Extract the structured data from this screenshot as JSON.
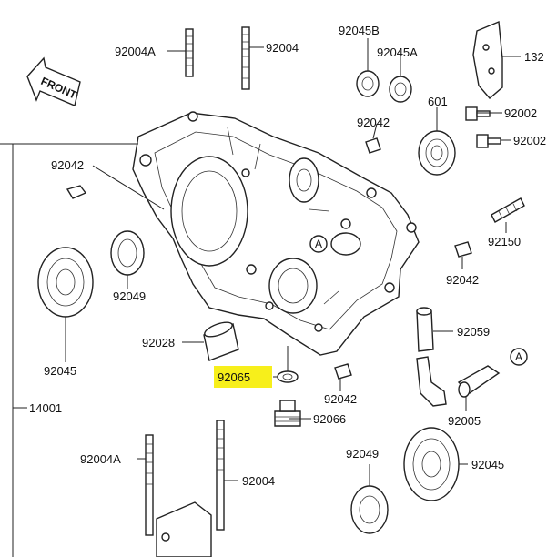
{
  "front_label": "FRONT",
  "ref_marker": "A",
  "highlight_color": "#f7ef1b",
  "labels": {
    "p92004A_top": "92004A",
    "p92004_top": "92004",
    "p92045B": "92045B",
    "p92045A": "92045A",
    "p132": "132",
    "p92042_topleft": "92042",
    "p92042_center": "92042",
    "p601": "601",
    "p92002_a": "92002",
    "p92002_b": "92002",
    "p92150": "92150",
    "p92049_left": "92049",
    "p92042_right": "92042",
    "p92045_left": "92045",
    "p92028": "92028",
    "p92059": "92059",
    "p92065": "92065",
    "p92042_lower": "92042",
    "p14001": "14001",
    "p92066": "92066",
    "p92005": "92005",
    "p92004A_bottom": "92004A",
    "p92004_bottom": "92004",
    "p92049_bottom": "92049",
    "p92045_bottom": "92045"
  }
}
